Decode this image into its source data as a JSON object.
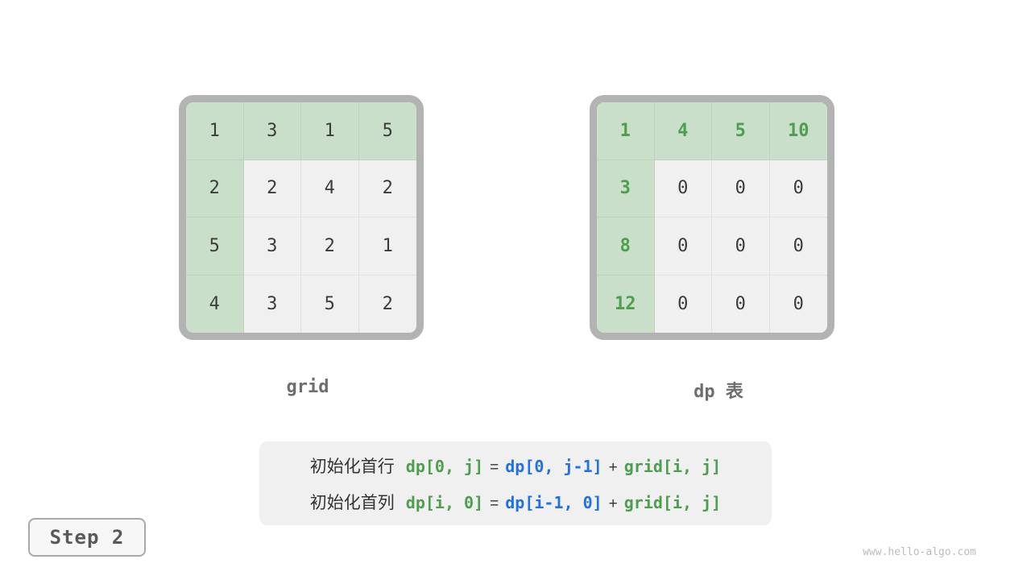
{
  "tables": {
    "grid": {
      "label": "grid",
      "rows": [
        [
          "1",
          "3",
          "1",
          "5"
        ],
        [
          "2",
          "2",
          "4",
          "2"
        ],
        [
          "5",
          "3",
          "2",
          "1"
        ],
        [
          "4",
          "3",
          "5",
          "2"
        ]
      ]
    },
    "dp": {
      "label": "dp 表",
      "rows": [
        [
          "1",
          "4",
          "5",
          "10"
        ],
        [
          "3",
          "0",
          "0",
          "0"
        ],
        [
          "8",
          "0",
          "0",
          "0"
        ],
        [
          "12",
          "0",
          "0",
          "0"
        ]
      ]
    }
  },
  "formula": {
    "line1": {
      "prefix": "初始化首行",
      "lhs": "dp[0, j]",
      "eq": "=",
      "term1": "dp[0, j-1]",
      "plus": "+",
      "term2": "grid[i, j]"
    },
    "line2": {
      "prefix": "初始化首列",
      "lhs": "dp[i, 0]",
      "eq": "=",
      "term1": "dp[i-1, 0]",
      "plus": "+",
      "term2": "grid[i, j]"
    }
  },
  "step": {
    "label": "Step 2"
  },
  "watermark": "www.hello-algo.com",
  "colors": {
    "highlight_bg": "#c9dfc9",
    "cell_bg": "#f0f0f0",
    "green_text": "#4e9e50",
    "blue_text": "#2271e3",
    "frame_border": "#b3b3b3"
  }
}
